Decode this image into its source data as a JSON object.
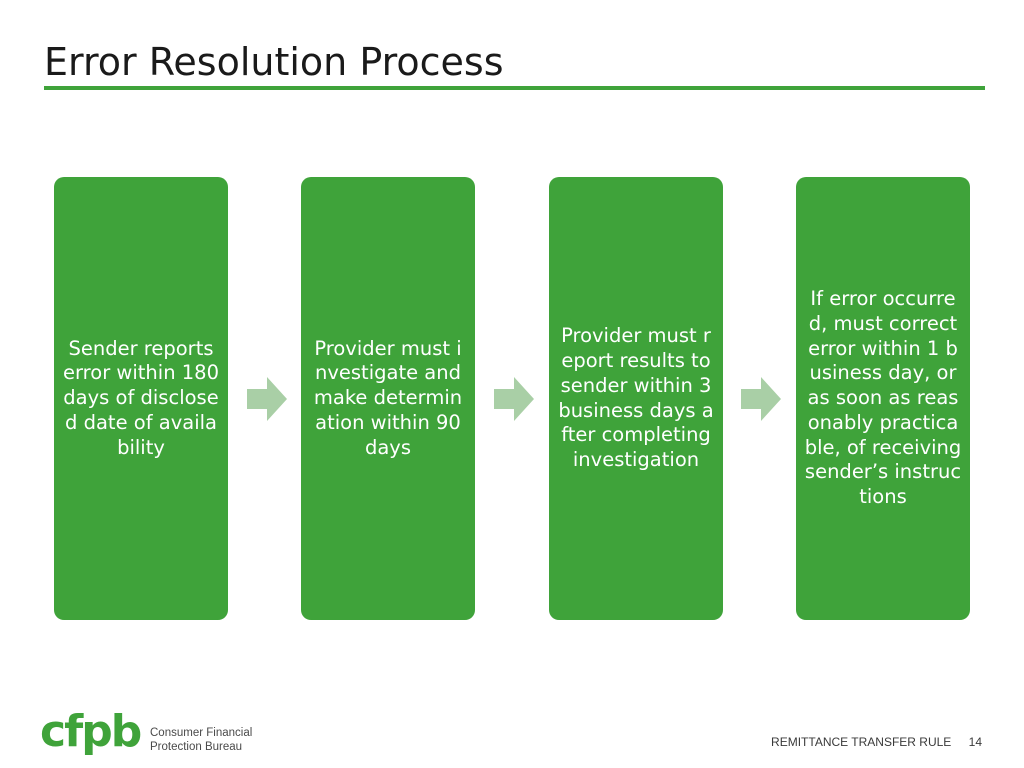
{
  "slide": {
    "title": "Error Resolution Process"
  },
  "process": {
    "steps": [
      {
        "text": "Sender reports error within 180 days of disclosed date of availability"
      },
      {
        "text": "Provider must investigate and make determination within 90 days"
      },
      {
        "text": "Provider must report results to sender within 3 business days after completing investigation"
      },
      {
        "text": "If error occurred, must correct error within 1 business day, or as soon as reasonably practicable, of receiving sender’s instructions"
      }
    ]
  },
  "footer": {
    "logo_mark": "cfpb",
    "org_line1": "Consumer Financial",
    "org_line2": "Protection Bureau",
    "label": "REMITTANCE TRANSFER RULE",
    "page_number": "14"
  },
  "colors": {
    "accent_green": "#3fa33a",
    "arrow_green": "#a9cfa6"
  }
}
